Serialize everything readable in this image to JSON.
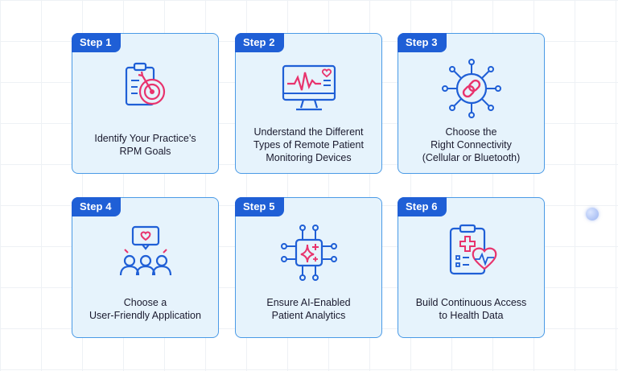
{
  "steps": [
    {
      "tag": "Step 1",
      "label": "Identify Your Practice’s\nRPM Goals",
      "icon": "target-clipboard-icon"
    },
    {
      "tag": "Step 2",
      "label": "Understand the Different\nTypes of Remote Patient\nMonitoring Devices",
      "icon": "heart-monitor-icon"
    },
    {
      "tag": "Step 3",
      "label": "Choose the\nRight Connectivity\n(Cellular or Bluetooth)",
      "icon": "link-network-icon"
    },
    {
      "tag": "Step 4",
      "label": "Choose a\nUser-Friendly Application",
      "icon": "users-heart-icon"
    },
    {
      "tag": "Step 5",
      "label": "Ensure AI-Enabled\nPatient Analytics",
      "icon": "ai-chip-icon"
    },
    {
      "tag": "Step 6",
      "label": "Build Continuous Access\nto Health Data",
      "icon": "medical-record-heart-icon"
    }
  ],
  "colors": {
    "accent_blue": "#1f5fd6",
    "accent_pink": "#e8336d",
    "card_bg": "#e6f3fc",
    "card_border": "#4a9ae6"
  }
}
